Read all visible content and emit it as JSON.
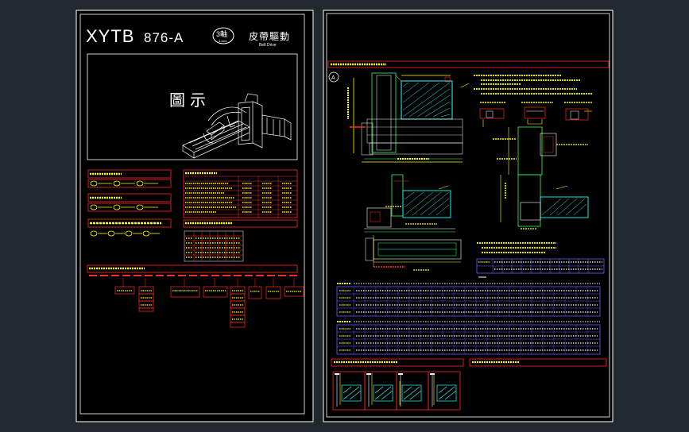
{
  "title_block": {
    "model_main": "XYTB",
    "model_sub": "876-A",
    "axis_badge_top": "3軸",
    "axis_badge_bottom": "3 axis",
    "drive_cn": "皮帶驅動",
    "drive_en": "Belt Drive"
  },
  "illustration": {
    "label": "圖示"
  },
  "callouts": {
    "view_a": "A"
  },
  "colors": {
    "background": "#212830",
    "sheet": "#000000",
    "frame": "#ffffff",
    "red_lines": "#ff2a2a",
    "yellow_lines": "#ffff00",
    "green_lines": "#33ff66",
    "cyan_lines": "#22ffff",
    "magenta_lines": "#ff33ff",
    "table_blue": "#6a5cff"
  }
}
